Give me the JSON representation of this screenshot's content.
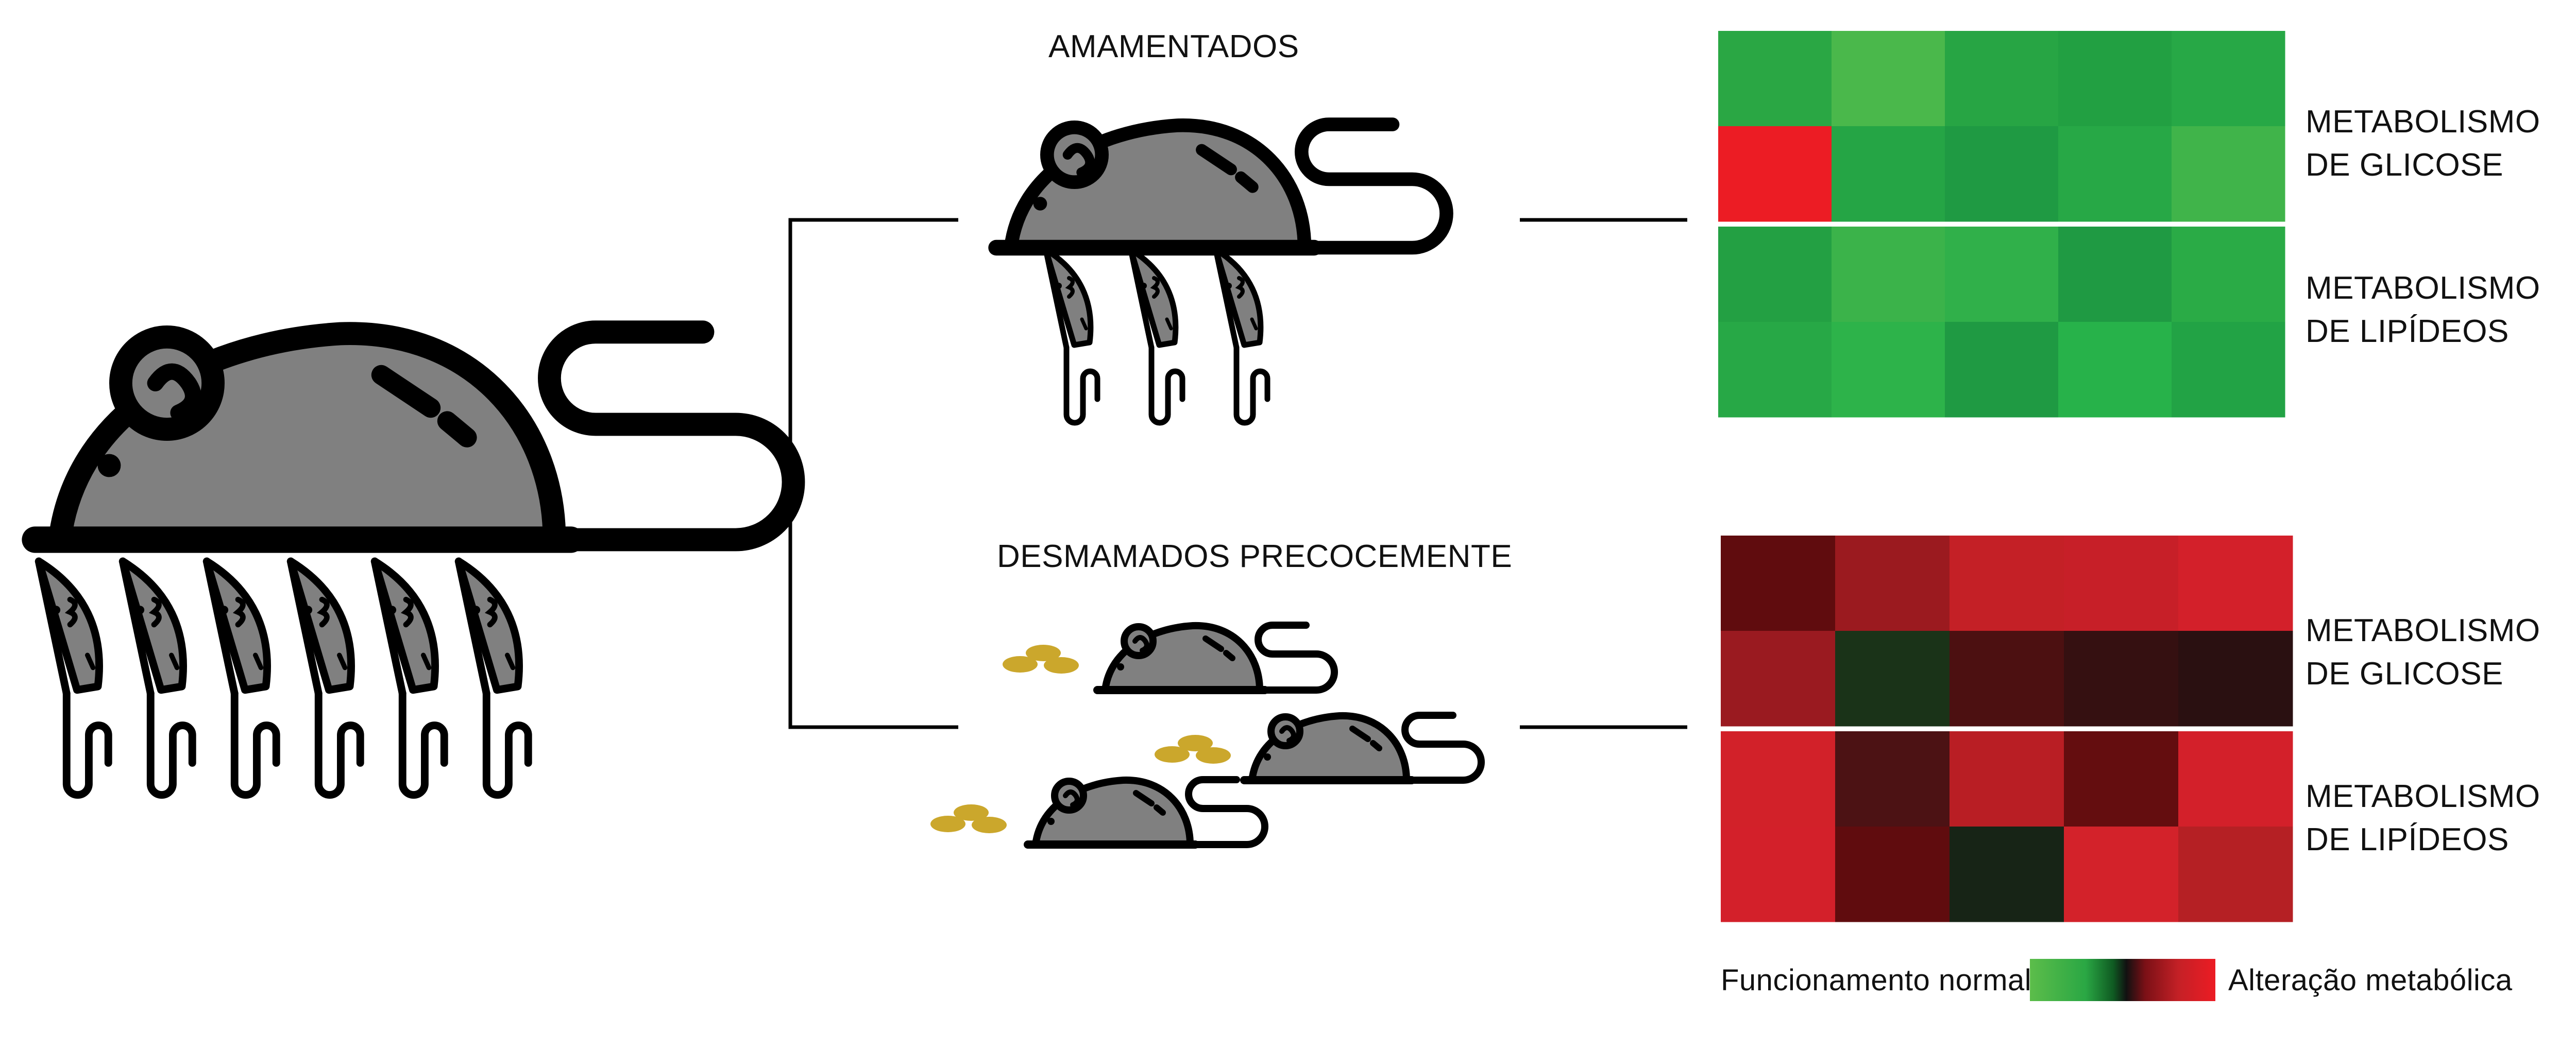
{
  "groups": {
    "breastfed": {
      "title": "AMAMENTADOS"
    },
    "early_weaned": {
      "title": "DESMAMADOS PRECOCEMENTE"
    }
  },
  "heatmaps": {
    "breastfed": {
      "glucose_label": [
        "METABOLISMO",
        "DE GLICOSE"
      ],
      "lipid_label": [
        "METABOLISMO",
        "DE LIPÍDEOS"
      ],
      "glucose_cells": [
        [
          "#2aa744",
          "#4ab84b",
          "#27a544",
          "#22a042",
          "#27a846"
        ],
        [
          "#ec1c24",
          "#25a545",
          "#1f9a43",
          "#27a846",
          "#40b44a"
        ]
      ],
      "lipid_cells": [
        [
          "#23a043",
          "#3bb34a",
          "#30b04a",
          "#1f9a43",
          "#2aab46"
        ],
        [
          "#27a846",
          "#2db34a",
          "#1f9a43",
          "#27b24a",
          "#22a345"
        ]
      ]
    },
    "early_weaned": {
      "glucose_label": [
        "METABOLISMO",
        "DE GLICOSE"
      ],
      "lipid_label": [
        "METABOLISMO",
        "DE LIPÍDEOS"
      ],
      "glucose_cells": [
        [
          "#600c0e",
          "#9b1a1f",
          "#c42026",
          "#c71f28",
          "#d3202a"
        ],
        [
          "#9a1a20",
          "#1a3318",
          "#4c1011",
          "#351011",
          "#2a1011"
        ]
      ],
      "lipid_cells": [
        [
          "#d22129",
          "#4c1214",
          "#b91e24",
          "#640d0f",
          "#d3202a"
        ],
        [
          "#d3202a",
          "#600c0e",
          "#172416",
          "#d3222a",
          "#b52024"
        ]
      ]
    }
  },
  "legend": {
    "left_label": "Funcionamento normal",
    "right_label": "Alteração metabólica",
    "gradient_colors": [
      "#5cbd4a",
      "#2aa744",
      "#0f5a22",
      "#111111",
      "#7a1016",
      "#c42026",
      "#ec1c24"
    ]
  },
  "colors": {
    "mouse_body": "#808080",
    "mouse_outline": "#000000",
    "food": "#cba72c",
    "line": "#000000"
  }
}
